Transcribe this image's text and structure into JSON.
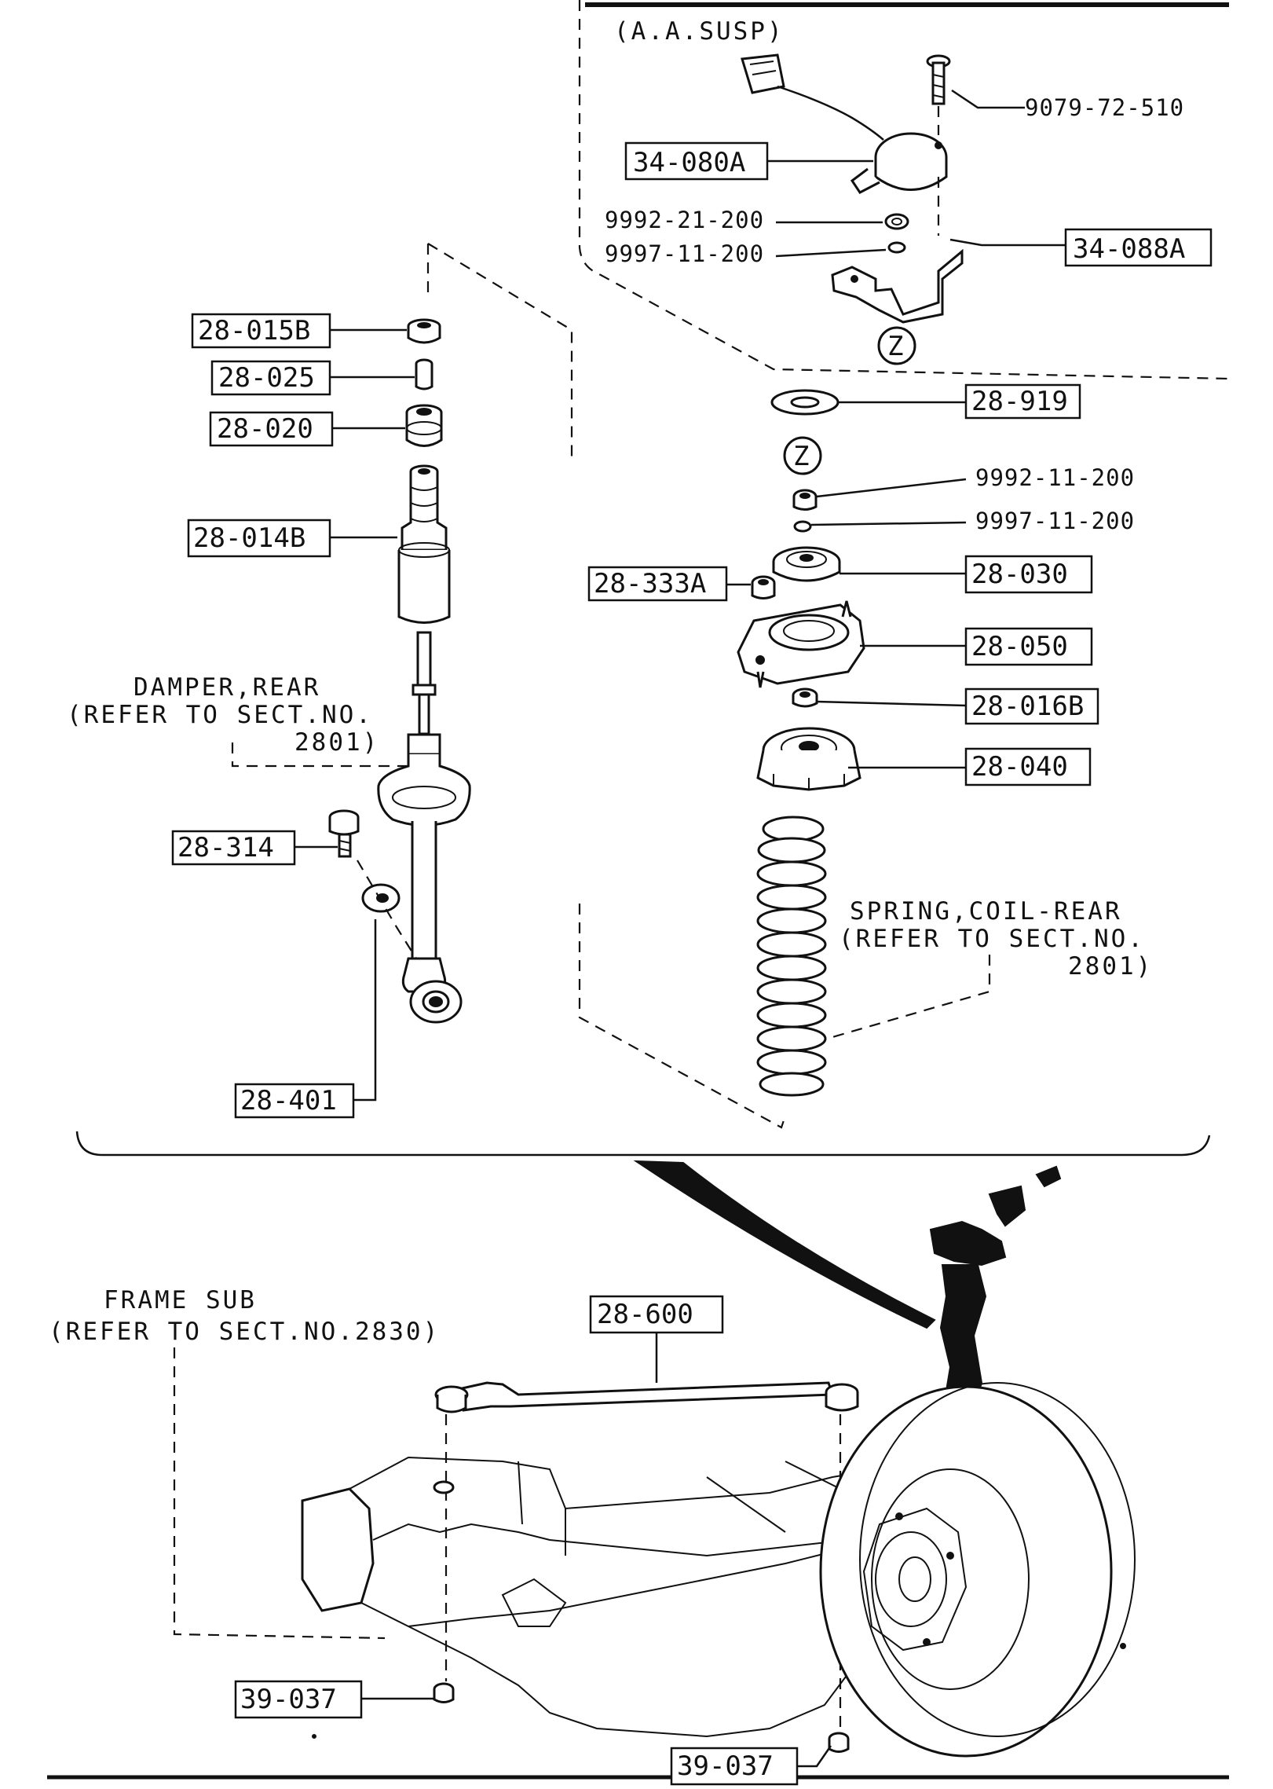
{
  "header_note": "(A.A.SUSP)",
  "zone_marker": "Z",
  "parts": {
    "p9079_72_510": "9079-72-510",
    "p34_080A": "34-080A",
    "p9992_21_200": "9992-21-200",
    "p9997_11_200a": "9997-11-200",
    "p34_088A": "34-088A",
    "p28_015B": "28-015B",
    "p28_025": "28-025",
    "p28_020": "28-020",
    "p28_014B": "28-014B",
    "p28_919": "28-919",
    "p9992_11_200": "9992-11-200",
    "p9997_11_200b": "9997-11-200",
    "p28_333A": "28-333A",
    "p28_030": "28-030",
    "p28_050": "28-050",
    "p28_016B": "28-016B",
    "p28_040": "28-040",
    "p28_314": "28-314",
    "p28_401": "28-401",
    "p28_600": "28-600",
    "p39_037a": "39-037",
    "p39_037b": "39-037"
  },
  "notes": {
    "damper": [
      "DAMPER,REAR",
      "(REFER TO SECT.NO.",
      "2801)"
    ],
    "spring": [
      "SPRING,COIL-REAR",
      "(REFER TO SECT.NO.",
      "2801)"
    ],
    "frame": [
      "FRAME SUB",
      "(REFER TO SECT.NO.2830)"
    ]
  }
}
